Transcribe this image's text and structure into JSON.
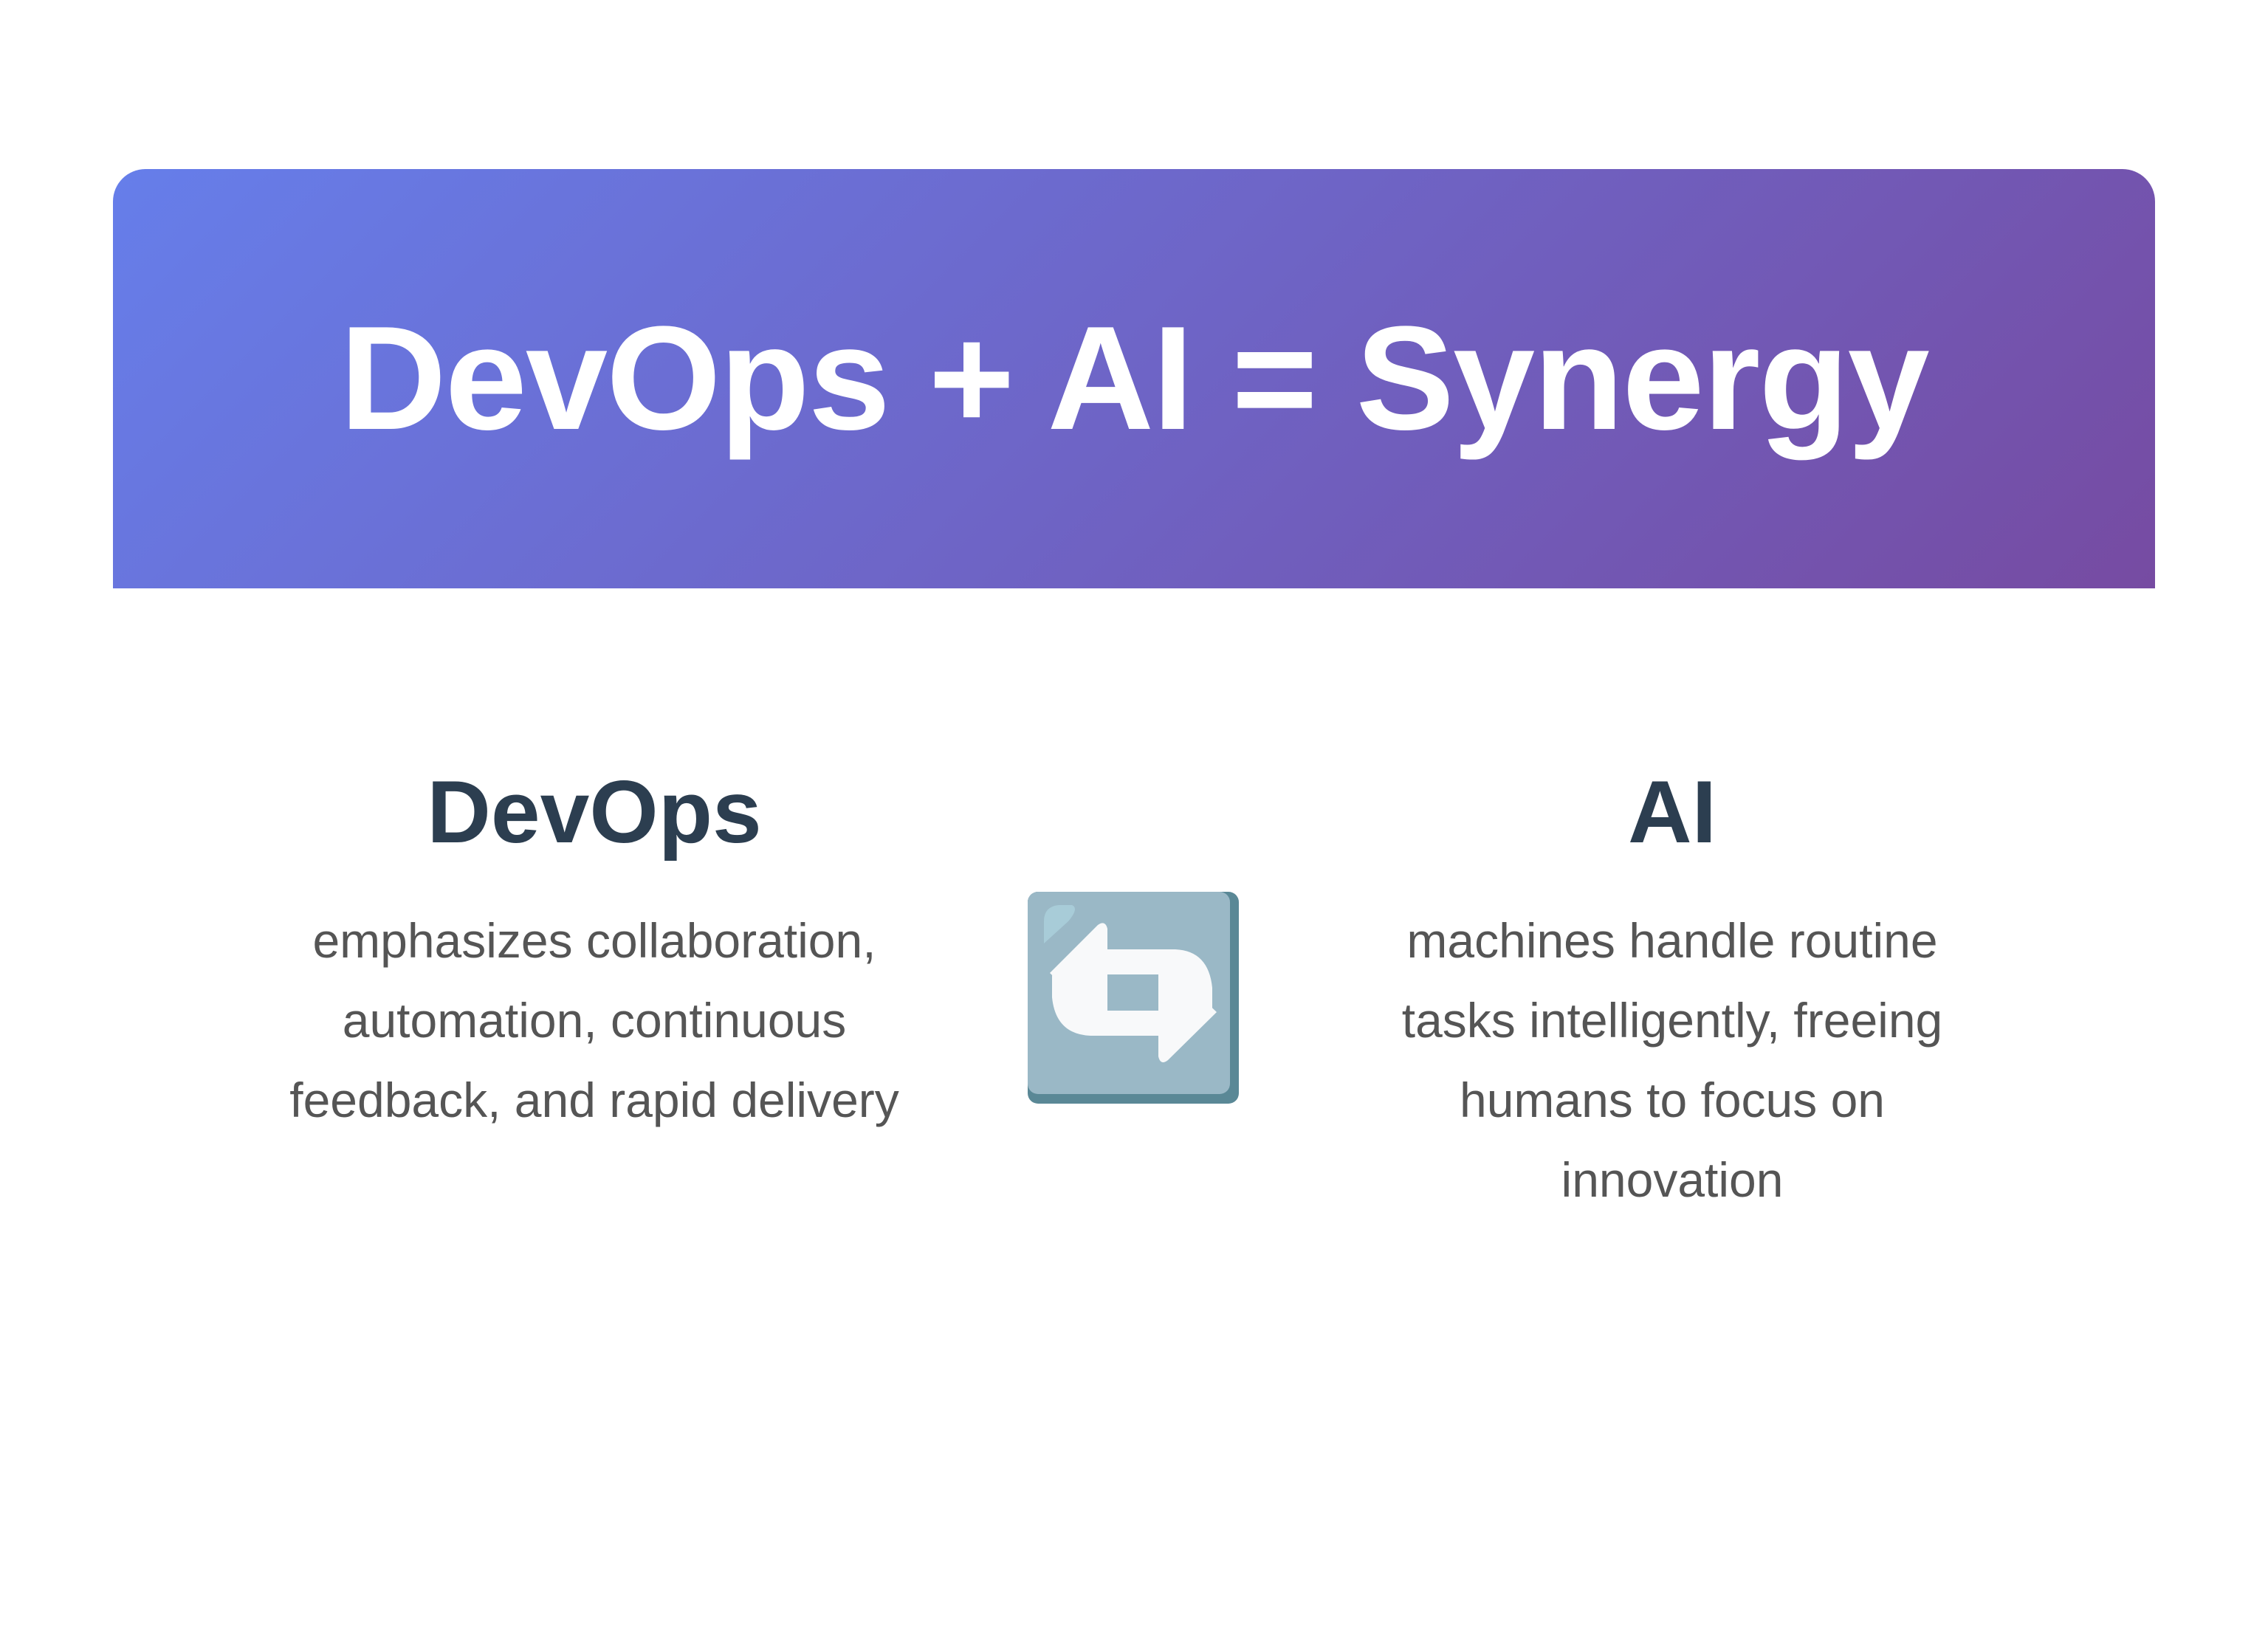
{
  "banner": {
    "title": "DevOps + AI = Synergy"
  },
  "columns": [
    {
      "heading": "DevOps",
      "text": "emphasizes collaboration, automation, continuous feedback, and rapid delivery"
    },
    {
      "heading": "AI",
      "text": "machines handle routine tasks intelligently, freeing humans to focus on innovation"
    }
  ],
  "center_icon": "repeat-arrows-icon",
  "colors": {
    "gradient_start": "#667eea",
    "gradient_end": "#764ba2",
    "heading": "#2c3e50",
    "body": "#555555"
  }
}
